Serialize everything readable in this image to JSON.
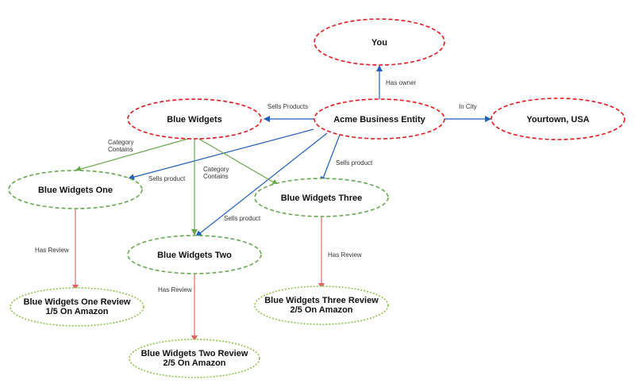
{
  "colors": {
    "entity_red": "#e31a1c",
    "product_green": "#6aa84f",
    "review_green": "#8bc34a",
    "sells_blue": "#1f5fbf",
    "review_edge_red": "#e06666",
    "category_green": "#6aa84f"
  },
  "nodes": {
    "you": {
      "label": "You"
    },
    "acme": {
      "label": "Acme Business Entity"
    },
    "yourtown": {
      "label": "Yourtown, USA"
    },
    "blue_widgets": {
      "label": "Blue Widgets"
    },
    "bw_one": {
      "label": "Blue Widgets One"
    },
    "bw_two": {
      "label": "Blue Widgets Two"
    },
    "bw_three": {
      "label": "Blue Widgets Three"
    },
    "bw_one_review": {
      "label_line1": "Blue Widgets One Review",
      "label_line2": "1/5 On Amazon"
    },
    "bw_two_review": {
      "label_line1": "Blue Widgets Two Review",
      "label_line2": "2/5 On Amazon"
    },
    "bw_three_review": {
      "label_line1": "Blue Widgets Three Review",
      "label_line2": "2/5 On Amazon"
    }
  },
  "edges": {
    "has_owner": "Has owner",
    "sells_products": "Sells Products",
    "in_city": "In City",
    "category_contains_1_line1": "Category",
    "category_contains_1_line2": "Contains",
    "category_contains_2_line1": "Category",
    "category_contains_2_line2": "Contains",
    "sells_product_one": "Sells product",
    "sells_product_two": "Sells product",
    "sells_product_three": "Sells product",
    "has_review_one": "Has Review",
    "has_review_two": "Has Review",
    "has_review_three": "Has Review"
  }
}
